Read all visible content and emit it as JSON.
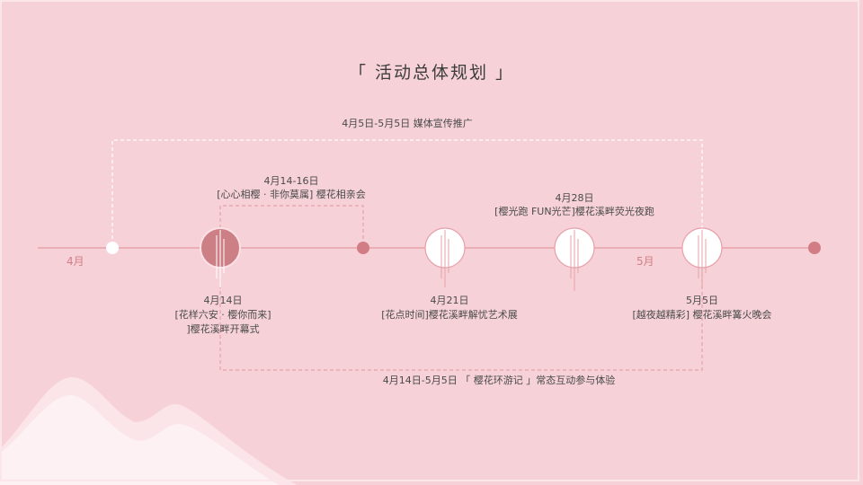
{
  "title": "「 活动总体规划 」",
  "months": [
    "4月",
    "5月"
  ],
  "colors": {
    "line": "#e7a1a9",
    "accent": "#d27d85",
    "dash": "#ffffff",
    "bg": "#f6d2d8"
  },
  "media": {
    "label": "4月5日-5月5日  媒体宣传推广"
  },
  "events": [
    {
      "date": "4月14-16日",
      "name": "[心心相樱 · 非你莫属] 樱花相亲会"
    },
    {
      "date": "4月28日",
      "name": "[樱光跑 FUN光芒]樱花溪畔荧光夜跑"
    },
    {
      "date": "4月14日",
      "line1": "[花样六安 · 樱你而来]",
      "line2": "]樱花溪畔开幕式"
    },
    {
      "date": "4月21日",
      "name": "[花点时间]樱花溪畔解忧艺术展"
    },
    {
      "date": "5月5日",
      "name": "[越夜越精彩] 樱花溪畔篝火晚会"
    }
  ],
  "ongoing": {
    "label": "4月14日-5月5日  「 樱花环游记 」常态互动参与体验"
  }
}
